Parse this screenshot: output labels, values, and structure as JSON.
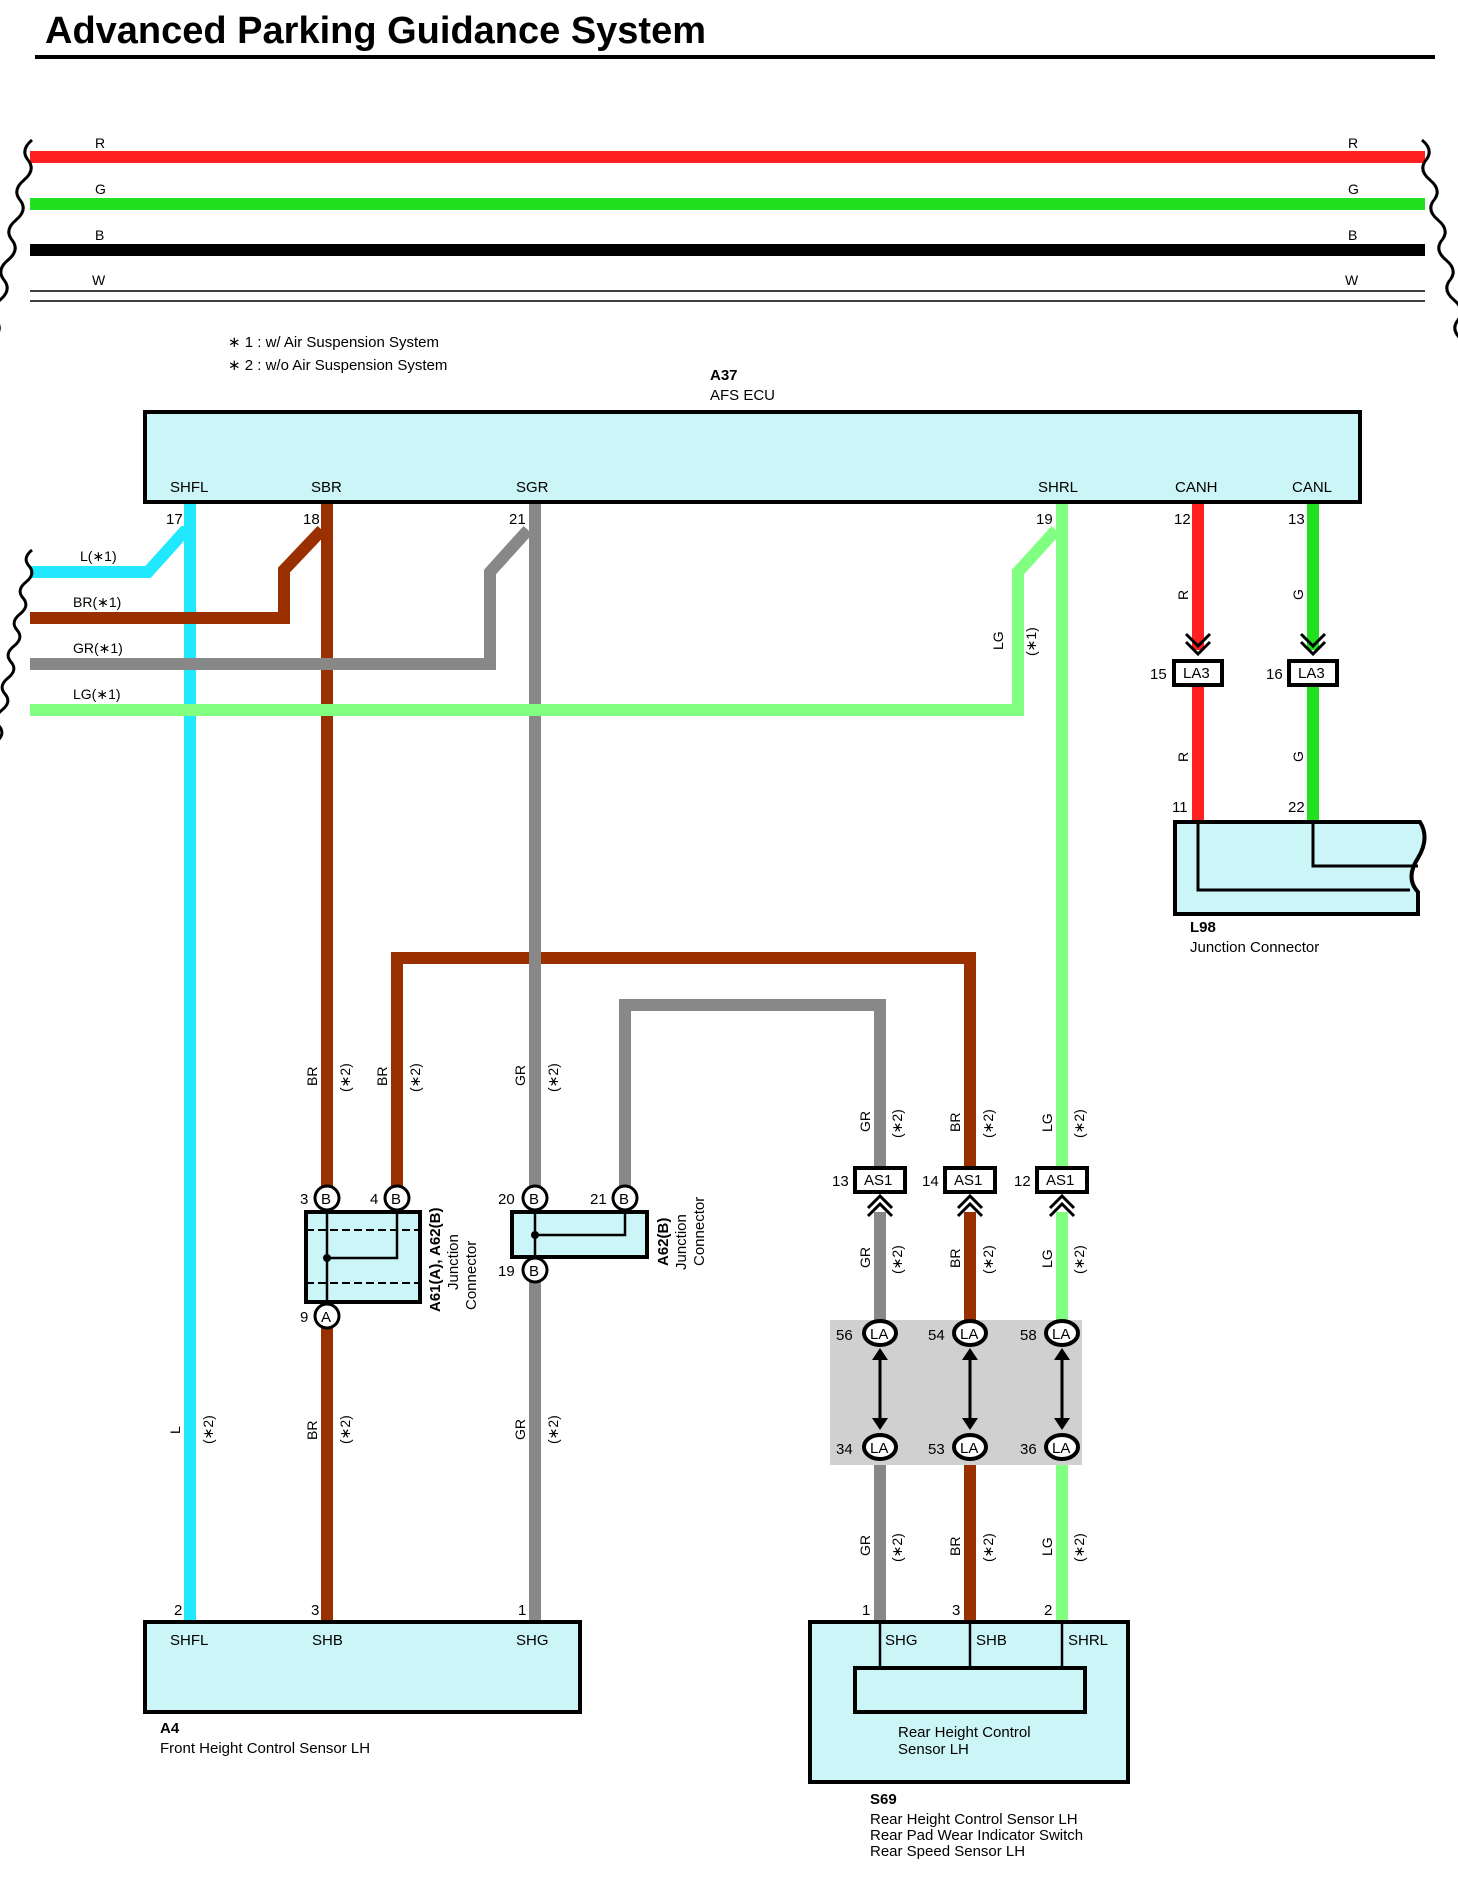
{
  "title": "Advanced Parking Guidance System",
  "bus_wires": [
    {
      "label": "R",
      "color": "#ff2020"
    },
    {
      "label": "G",
      "color": "#20e020"
    },
    {
      "label": "B",
      "color": "#000000"
    },
    {
      "label": "W",
      "color": "#ffffff"
    }
  ],
  "notes": {
    "note1": "∗ 1 : w/ Air Suspension System",
    "note2": "∗ 2 : w/o Air Suspension System"
  },
  "ecu": {
    "code": "A37",
    "name": "AFS ECU",
    "terminals": [
      {
        "name": "SHFL",
        "pin": "17"
      },
      {
        "name": "SBR",
        "pin": "18"
      },
      {
        "name": "SGR",
        "pin": "21"
      },
      {
        "name": "SHRL",
        "pin": "19"
      },
      {
        "name": "CANH",
        "pin": "12"
      },
      {
        "name": "CANL",
        "pin": "13"
      }
    ]
  },
  "left_wires": {
    "l1": "L(∗1)",
    "br1": "BR(∗1)",
    "gr1": "GR(∗1)",
    "lg1": "LG(∗1)"
  },
  "colors": {
    "L": "#20e8ff",
    "BR": "#9a3000",
    "GR": "#888888",
    "LG": "#80ff80",
    "R": "#ff2020",
    "G": "#20e020"
  },
  "la3": {
    "name": "LA3",
    "pin_r": "15",
    "pin_g": "16",
    "wire_r": "R",
    "wire_g": "G"
  },
  "l98": {
    "code": "L98",
    "name": "Junction Connector",
    "pin_r": "11",
    "pin_g": "22"
  },
  "lg_star1": {
    "color": "LG",
    "note": "(∗1)"
  },
  "junction1": {
    "code": "A61(A), A62(B)",
    "name1": "Junction",
    "name2": "Connector",
    "pin3": "3",
    "pin4": "4",
    "pin9": "9",
    "conn_b": "B",
    "conn_a": "A"
  },
  "junction2": {
    "code": "A62(B)",
    "name1": "Junction",
    "name2": "Connector",
    "pin20": "20",
    "pin21": "21",
    "pin19": "19",
    "conn_b": "B"
  },
  "wire_notes": {
    "star2": "(∗2)",
    "br": "BR",
    "gr": "GR",
    "lg": "LG",
    "l": "L"
  },
  "as1": {
    "name": "AS1",
    "pins": [
      "13",
      "14",
      "12"
    ]
  },
  "la": {
    "name": "LA",
    "top_pins": [
      "56",
      "54",
      "58"
    ],
    "bottom_pins": [
      "34",
      "53",
      "36"
    ]
  },
  "a4": {
    "code": "A4",
    "name": "Front Height Control Sensor LH",
    "terminals": [
      {
        "name": "SHFL",
        "pin": "2"
      },
      {
        "name": "SHB",
        "pin": "3"
      },
      {
        "name": "SHG",
        "pin": "1"
      }
    ]
  },
  "s69": {
    "code": "S69",
    "inner1": "Rear Height Control",
    "inner2": "Sensor LH",
    "line1": "Rear Height Control Sensor LH",
    "line2": "Rear Pad Wear Indicator Switch",
    "line3": "Rear Speed Sensor LH",
    "terminals": [
      {
        "name": "SHG",
        "pin": "1"
      },
      {
        "name": "SHB",
        "pin": "3"
      },
      {
        "name": "SHRL",
        "pin": "2"
      }
    ]
  }
}
